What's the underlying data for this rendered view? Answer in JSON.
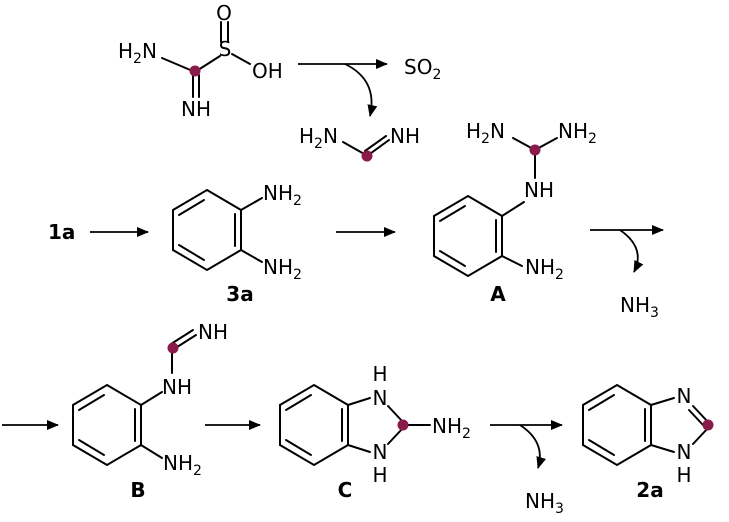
{
  "colors": {
    "marker": "#8a1a4a",
    "ink": "#000000",
    "background": "#ffffff"
  },
  "reagent": {
    "oxygen": "O",
    "sulfur": "S",
    "oh": "OH",
    "h2n": "H",
    "h2n_sub": "2",
    "h2n_n": "N",
    "nh": "NH"
  },
  "byproduct_top": {
    "so": "SO",
    "so_sub": "2"
  },
  "carbodiimide": {
    "h2n": "H",
    "h2n_sub": "2",
    "h2n_n": "N",
    "nh": "NH"
  },
  "compound_1a": "1a",
  "compound_3a": {
    "label": "3a",
    "nh2_top": "NH",
    "nh2_top_sub": "2",
    "nh2_bot": "NH",
    "nh2_bot_sub": "2"
  },
  "compound_A": {
    "label": "A",
    "h2n": "H",
    "h2n_sub": "2",
    "h2n_n": "N",
    "nh2_right": "NH",
    "nh2_right_sub": "2",
    "nh": "NH",
    "nh2_bot": "NH",
    "nh2_bot_sub": "2"
  },
  "byproduct_A": {
    "nh": "NH",
    "nh_sub": "3"
  },
  "compound_B": {
    "label": "B",
    "nh_top": "NH",
    "nh": "NH",
    "nh2_bot": "NH",
    "nh2_bot_sub": "2"
  },
  "compound_C": {
    "label": "C",
    "h_top": "H",
    "n_top": "N",
    "n_bot": "N",
    "h_bot": "H",
    "nh2": "NH",
    "nh2_sub": "2"
  },
  "byproduct_C": {
    "nh": "NH",
    "nh_sub": "3"
  },
  "compound_2a": {
    "label": "2a",
    "n_top": "N",
    "n_bot": "N",
    "h_bot": "H"
  }
}
